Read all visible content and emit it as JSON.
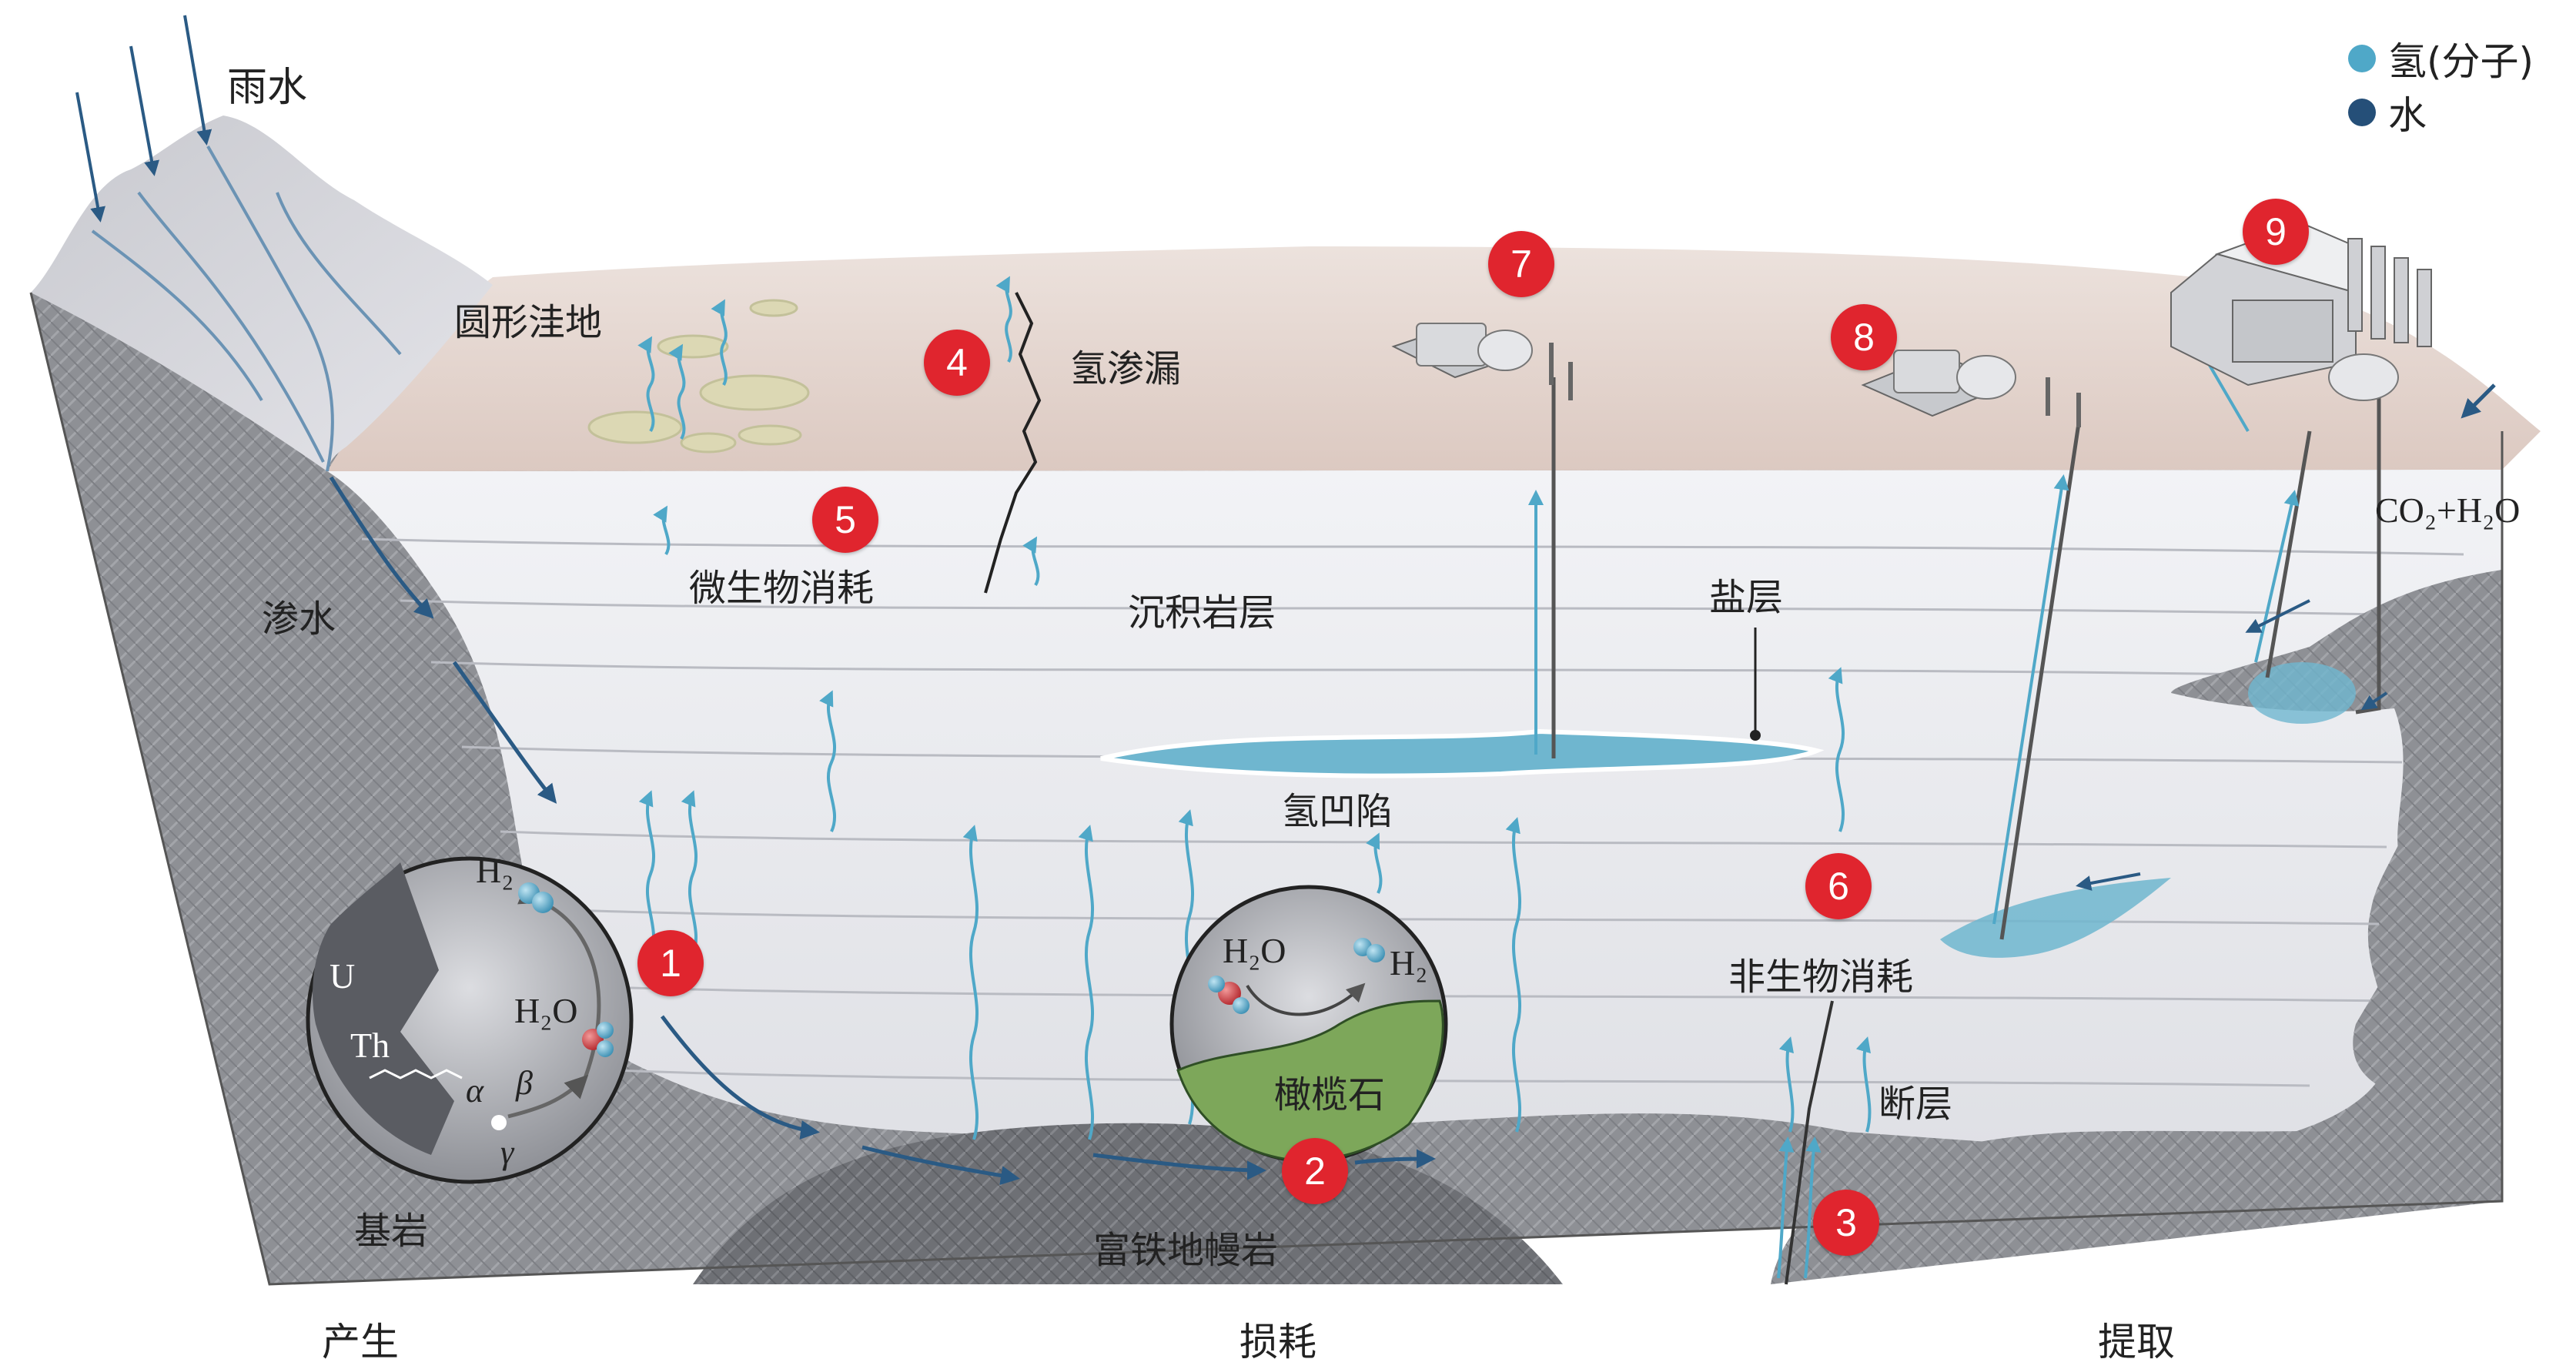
{
  "legend": {
    "hydrogen_label": "氢(分子)",
    "water_label": "水",
    "hydrogen_color": "#4fa8c8",
    "water_color": "#254f78"
  },
  "labels": {
    "rain": "雨水",
    "depression": "圆形洼地",
    "hydrogen_leak": "氢渗漏",
    "seepage": "渗水",
    "microbial": "微生物消耗",
    "sedimentary": "沉积岩层",
    "salt_layer": "盐层",
    "trap": "氢凹陷",
    "abiotic": "非生物消耗",
    "fault": "断层",
    "bedrock": "基岩",
    "mantle": "富铁地幔岩",
    "co2_h2o": "CO₂+H₂O"
  },
  "inset_radiolysis": {
    "h2": "H₂",
    "h2o": "H₂O",
    "u": "U",
    "th": "Th",
    "alpha": "α",
    "beta": "β",
    "gamma": "γ"
  },
  "inset_serpentinization": {
    "h2o": "H₂O",
    "h2": "H₂",
    "olivine": "橄榄石"
  },
  "markers": [
    "1",
    "2",
    "3",
    "4",
    "5",
    "6",
    "7",
    "8",
    "9"
  ],
  "sections": {
    "production": "产生",
    "loss": "损耗",
    "extraction": "提取"
  },
  "colors": {
    "marker_red": "#e0252e",
    "rock_grey": "#8f9196",
    "sediment": "#e7e8ec",
    "surface": "#e9dcd6",
    "brine_blue": "#6fb6cf",
    "olivine_green": "#7da75a"
  }
}
